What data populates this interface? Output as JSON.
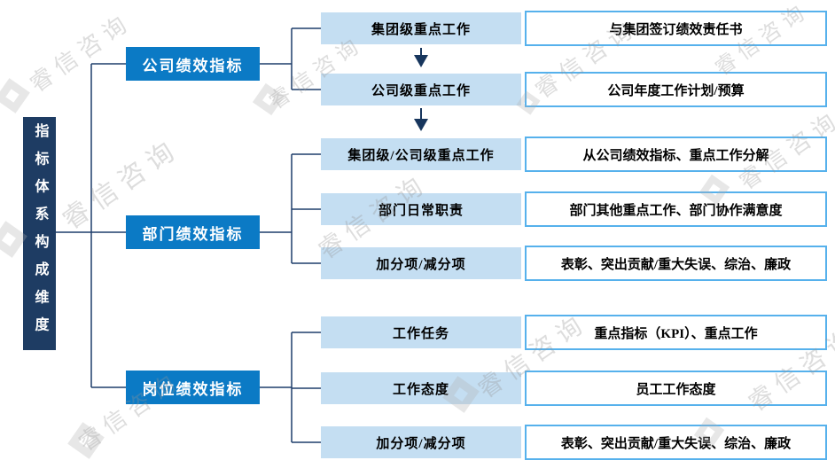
{
  "diagram": {
    "root": {
      "label": "指标体系构成维度"
    },
    "sections": [
      {
        "label": "公司绩效指标",
        "rows": [
          {
            "item": "集团级重点工作",
            "detail": "与集团签订绩效责任书"
          },
          {
            "item": "公司级重点工作",
            "detail": "公司年度工作计划/预算"
          }
        ]
      },
      {
        "label": "部门绩效指标",
        "rows": [
          {
            "item": "集团级/公司级重点工作",
            "detail": "从公司绩效指标、重点工作分解"
          },
          {
            "item": "部门日常职责",
            "detail": "部门其他重点工作、部门协作满意度"
          },
          {
            "item": "加分项/减分项",
            "detail": "表彰、突出贡献/重大失误、综治、廉政"
          }
        ]
      },
      {
        "label": "岗位绩效指标",
        "rows": [
          {
            "item": "工作任务",
            "detail": "重点指标（KPI）、重点工作"
          },
          {
            "item": "工作态度",
            "detail": "员工工作态度"
          },
          {
            "item": "加分项/减分项",
            "detail": "表彰、突出贡献/重大失误、综治、廉政"
          }
        ]
      }
    ],
    "watermark": {
      "text": "睿信咨询",
      "logo_icon": "ruixin-diamond-logo-icon"
    },
    "colors": {
      "root_fill": "#1e3c63",
      "section_fill": "#0b7ac5",
      "item_fill": "#c4def2",
      "detail_border": "#56b1ec",
      "connector": "#1f3e6b",
      "arrow": "#17365d"
    }
  }
}
